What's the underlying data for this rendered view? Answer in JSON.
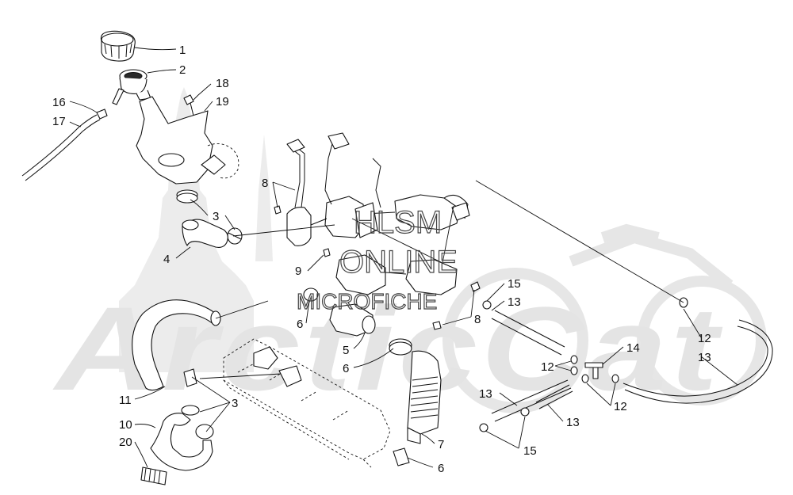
{
  "watermark": {
    "brand_text": "ArcticCat",
    "overlay_line1": "HLSM",
    "overlay_line2": "ONLINE",
    "overlay_line3": "MICROFICHE"
  },
  "callouts": [
    {
      "id": "c1",
      "label": "1"
    },
    {
      "id": "c2",
      "label": "2"
    },
    {
      "id": "c16",
      "label": "16"
    },
    {
      "id": "c17",
      "label": "17"
    },
    {
      "id": "c18",
      "label": "18"
    },
    {
      "id": "c19",
      "label": "19"
    },
    {
      "id": "c3a",
      "label": "3"
    },
    {
      "id": "c4",
      "label": "4"
    },
    {
      "id": "c8a",
      "label": "8"
    },
    {
      "id": "c9",
      "label": "9"
    },
    {
      "id": "c6a",
      "label": "6"
    },
    {
      "id": "c5",
      "label": "5"
    },
    {
      "id": "c6b",
      "label": "6"
    },
    {
      "id": "c15a",
      "label": "15"
    },
    {
      "id": "c13a",
      "label": "13"
    },
    {
      "id": "c8b",
      "label": "8"
    },
    {
      "id": "c14",
      "label": "14"
    },
    {
      "id": "c12a",
      "label": "12"
    },
    {
      "id": "c12b",
      "label": "12"
    },
    {
      "id": "c13b",
      "label": "13"
    },
    {
      "id": "c13c",
      "label": "13"
    },
    {
      "id": "c15b",
      "label": "15"
    },
    {
      "id": "c12c",
      "label": "12"
    },
    {
      "id": "c13d",
      "label": "13"
    },
    {
      "id": "c11",
      "label": "11"
    },
    {
      "id": "c3b",
      "label": "3"
    },
    {
      "id": "c10",
      "label": "10"
    },
    {
      "id": "c20",
      "label": "20"
    },
    {
      "id": "c7",
      "label": "7"
    },
    {
      "id": "c6c",
      "label": "6"
    }
  ]
}
